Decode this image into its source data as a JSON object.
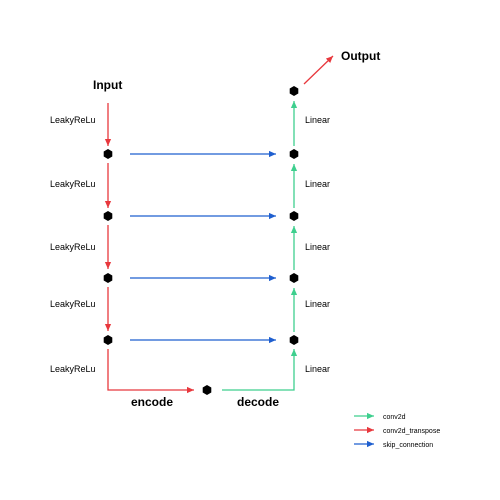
{
  "diagram": {
    "input_label": "Input",
    "output_label": "Output",
    "encode_label": "encode",
    "decode_label": "decode",
    "encoder_activations": [
      "LeakyReLu",
      "LeakyReLu",
      "LeakyReLu",
      "LeakyReLu",
      "LeakyReLu"
    ],
    "decoder_activations": [
      "Linear",
      "Linear",
      "Linear",
      "Linear",
      "Linear"
    ],
    "legend": [
      {
        "label": "conv2d",
        "color": "#3ecf8e"
      },
      {
        "label": "conv2d_transpose",
        "color": "#e8383d"
      },
      {
        "label": "skip_connection",
        "color": "#1f5fcf"
      }
    ],
    "colors": {
      "encoder_arrow": "#e8383d",
      "decoder_arrow": "#3ecf8e",
      "skip_arrow": "#1f5fcf",
      "node": "#000000"
    }
  }
}
